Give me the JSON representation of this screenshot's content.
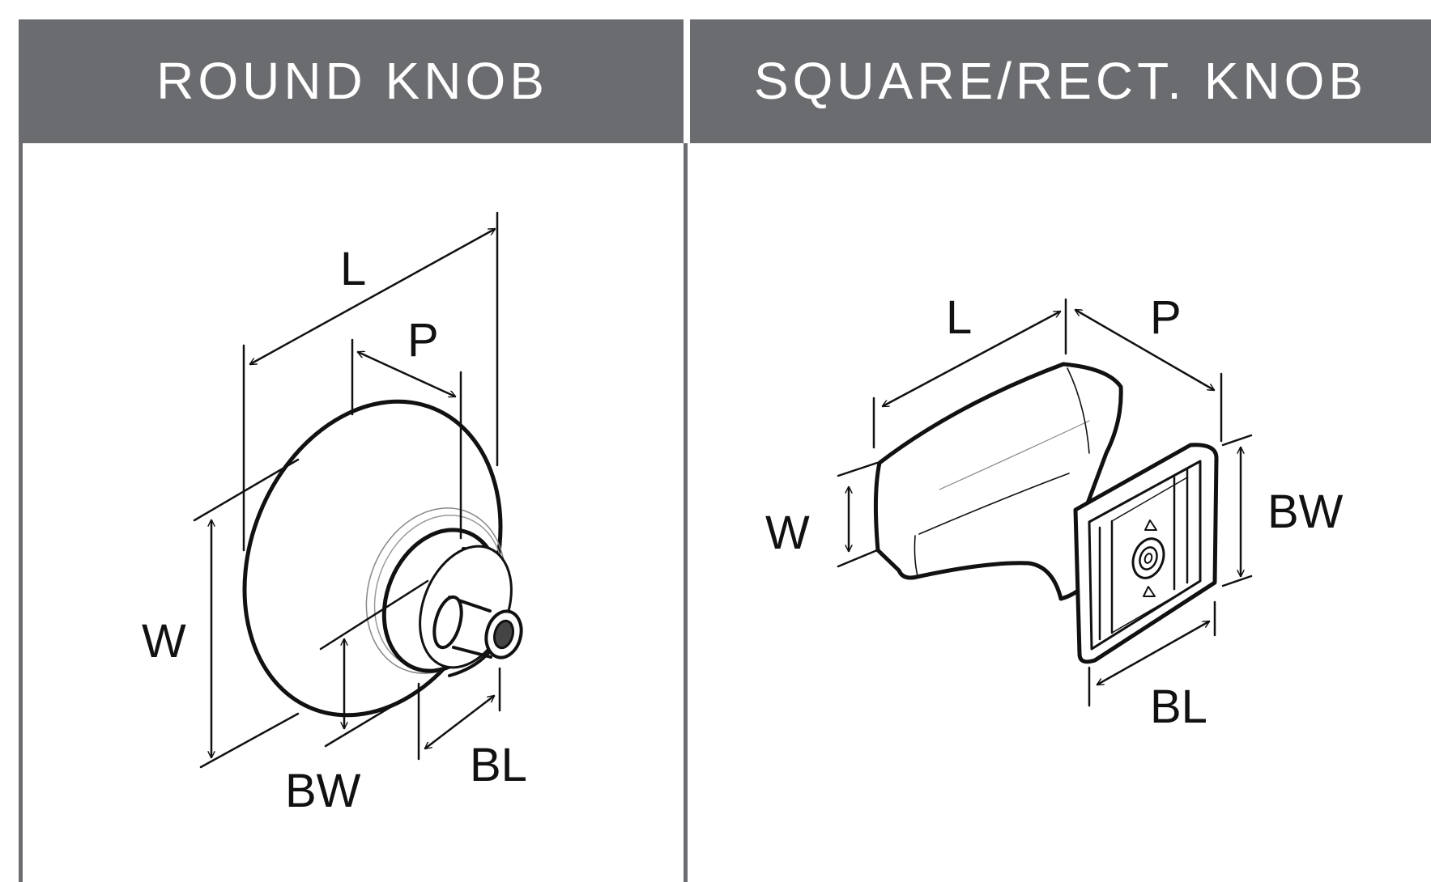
{
  "header": {
    "left_title": "ROUND KNOB",
    "right_title": "SQUARE/RECT. KNOB"
  },
  "round_knob": {
    "labels": {
      "length": "L",
      "projection": "P",
      "width": "W",
      "base_width": "BW",
      "base_length": "BL"
    }
  },
  "square_knob": {
    "labels": {
      "length": "L",
      "projection": "P",
      "width": "W",
      "base_width": "BW",
      "base_length": "BL"
    }
  },
  "colors": {
    "header_bg": "#6b6c6f",
    "header_text": "#ffffff",
    "line": "#111111",
    "divider": "#6b6c6f"
  }
}
